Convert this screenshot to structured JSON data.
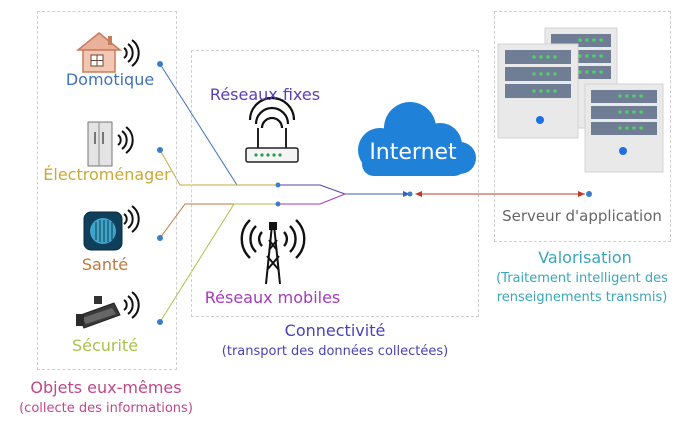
{
  "objects": {
    "title": "Objets eux-mêmes",
    "subtitle": "(collecte des informations)",
    "items": [
      {
        "label": "Domotique",
        "icon": "house-icon",
        "color": "#3f72b8"
      },
      {
        "label": "Électroménager",
        "icon": "fridge-icon",
        "color": "#c9a93a"
      },
      {
        "label": "Santé",
        "icon": "scale-icon",
        "color": "#c0783c"
      },
      {
        "label": "Sécurité",
        "icon": "security-camera-icon",
        "color": "#a8c24a"
      }
    ],
    "color": "#c0478a"
  },
  "connectivity": {
    "title": "Connectivité",
    "subtitle": "(transport des données collectées)",
    "fixed_label": "Réseaux fixes",
    "fixed_icon": "router-icon",
    "mobile_label": "Réseaux mobiles",
    "mobile_icon": "antenna-tower-icon",
    "cloud_label": "Internet",
    "cloud_icon": "cloud-icon",
    "title_color": "#4a43b5",
    "fixed_color": "#5a3fb5",
    "mobile_color": "#a43bb8",
    "cloud_color": "#1f82d8"
  },
  "valorisation": {
    "server_label": "Serveur d'application",
    "server_icon": "server-icon",
    "title": "Valorisation",
    "subtitle_line1": "(Traitement intelligent des",
    "subtitle_line2": "renseignements transmis)",
    "title_color": "#3aa6b8",
    "server_label_color": "#666666"
  }
}
